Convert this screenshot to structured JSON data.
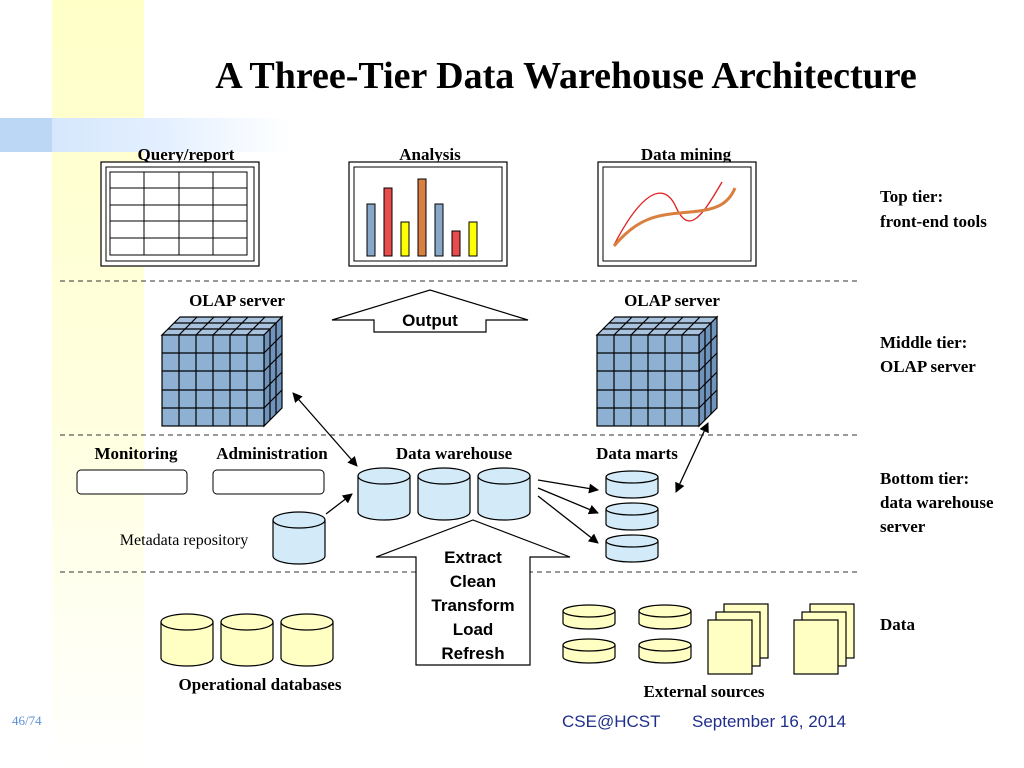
{
  "title": "A Three-Tier Data Warehouse Architecture",
  "top_tools": {
    "query_report": "Query/report",
    "analysis": "Analysis",
    "data_mining": "Data mining"
  },
  "olap": {
    "left_label": "OLAP server",
    "right_label": "OLAP server",
    "output_label": "Output"
  },
  "warehouse": {
    "monitoring": "Monitoring",
    "administration": "Administration",
    "data_warehouse": "Data warehouse",
    "data_marts": "Data marts",
    "metadata_repository": "Metadata repository"
  },
  "etl": {
    "lines": [
      "Extract",
      "Clean",
      "Transform",
      "Load",
      "Refresh"
    ]
  },
  "data": {
    "operational_databases": "Operational databases",
    "external_sources": "External sources"
  },
  "tiers": {
    "top": [
      "Top tier:",
      "front-end tools"
    ],
    "middle": [
      "Middle tier:",
      "OLAP server"
    ],
    "bottom": [
      "Bottom tier:",
      "data warehouse",
      "server"
    ],
    "data": [
      "Data"
    ]
  },
  "footer": {
    "page": "46/74",
    "org": "CSE@HCST",
    "date": "September 16, 2014"
  },
  "colors": {
    "cube_fill": "#8eb0d3",
    "db_blue": "#d3eaf8",
    "db_yellow": "#ffffc4",
    "bar_blue": "#87a8c8",
    "bar_red": "#e84c4c",
    "bar_yellow": "#ffff00",
    "bar_orange": "#d98040"
  }
}
